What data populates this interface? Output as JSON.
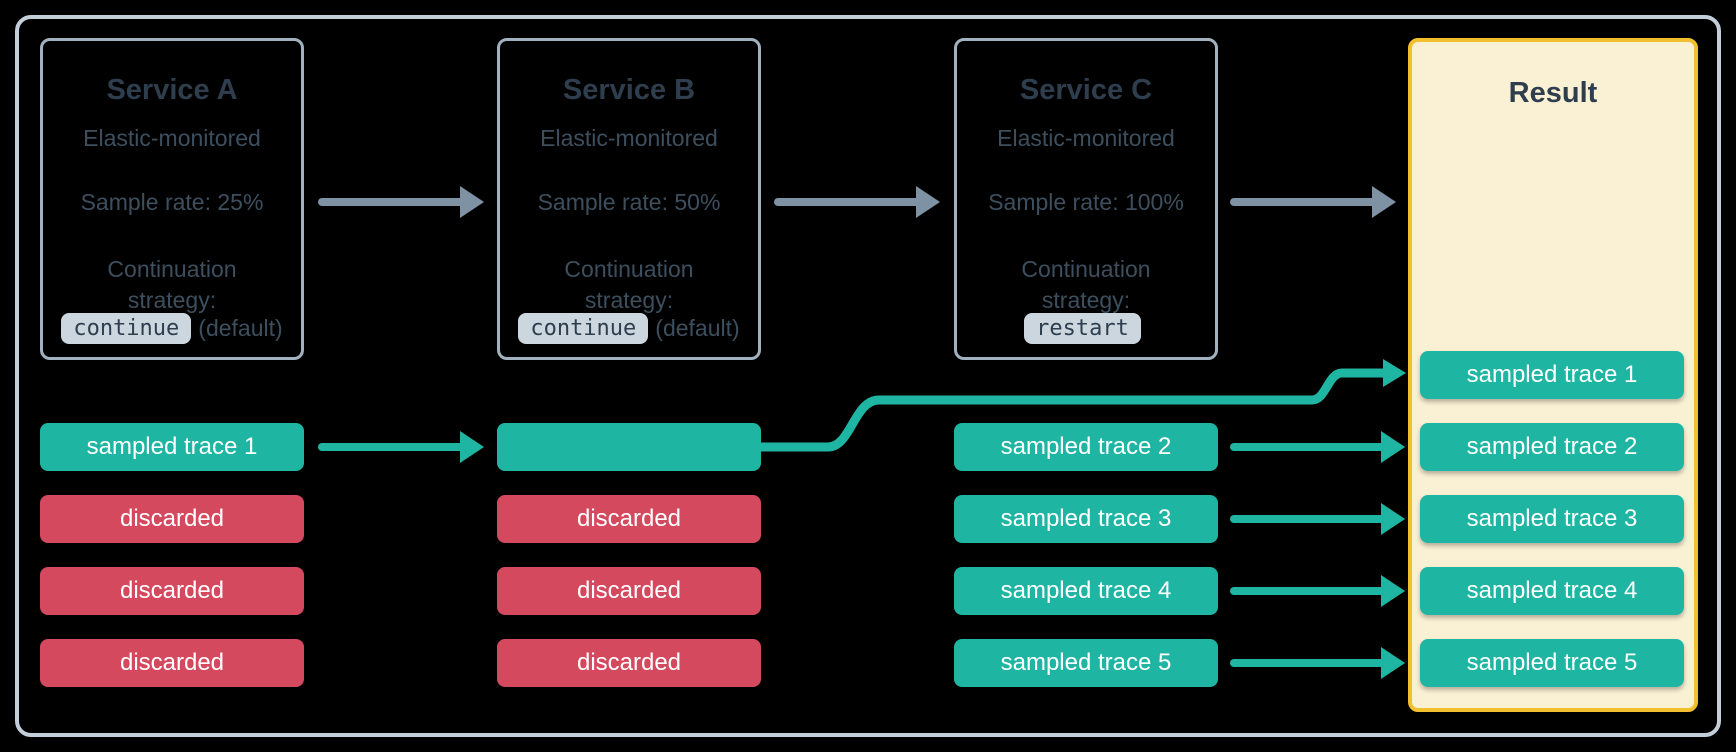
{
  "colors": {
    "background": "#000000",
    "outer_border": "#C2CEDA",
    "service_border": "#A2B1BF",
    "heading_text": "#2E3E4E",
    "body_text": "#3D4F5E",
    "pill_bg": "#CBD6DE",
    "teal": "#1FB5A3",
    "red": "#D5495F",
    "gray_arrow": "#7E92A3",
    "result_fill": "#FAF1D4",
    "result_border": "#F2C02F",
    "trace_text": "#FFFFFF"
  },
  "services": [
    {
      "title": "Service A",
      "monitoring": "Elastic-monitored",
      "sample_rate": "Sample rate: 25%",
      "continuation_label": "Continuation strategy:",
      "strategy": "continue",
      "strategy_note": "(default)"
    },
    {
      "title": "Service B",
      "monitoring": "Elastic-monitored",
      "sample_rate": "Sample rate: 50%",
      "continuation_label": "Continuation strategy:",
      "strategy": "continue",
      "strategy_note": "(default)"
    },
    {
      "title": "Service C",
      "monitoring": "Elastic-monitored",
      "sample_rate": "Sample rate: 100%",
      "continuation_label": "Continuation strategy:",
      "strategy": "restart",
      "strategy_note": ""
    }
  ],
  "columns": {
    "service_a_rows": [
      "sampled trace 1",
      "discarded",
      "discarded",
      "discarded"
    ],
    "service_b_rows": [
      "",
      "discarded",
      "discarded",
      "discarded"
    ],
    "service_c_rows": [
      "sampled trace 2",
      "sampled trace 3",
      "sampled trace 4",
      "sampled trace 5"
    ]
  },
  "result": {
    "title": "Result",
    "rows": [
      "sampled trace 1",
      "sampled trace 2",
      "sampled trace 3",
      "sampled trace 4",
      "sampled trace 5"
    ]
  }
}
